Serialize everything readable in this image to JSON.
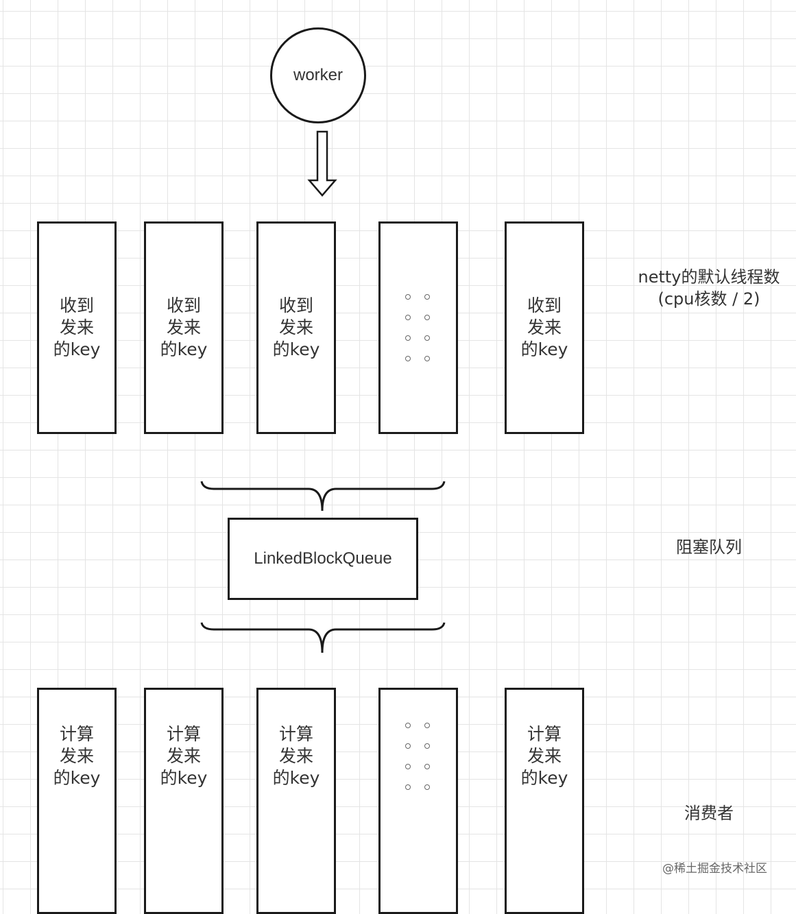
{
  "worker": {
    "label": "worker"
  },
  "top_row": [
    {
      "label": "收到\n发来\n的key"
    },
    {
      "label": "收到\n发来\n的key"
    },
    {
      "label": "收到\n发来\n的key"
    },
    {
      "label": ""
    },
    {
      "label": "收到\n发来\n的key"
    }
  ],
  "queue": {
    "label": "LinkedBlockQueue"
  },
  "bottom_row": [
    {
      "label": "计算\n发来\n的key"
    },
    {
      "label": "计算\n发来\n的key"
    },
    {
      "label": "计算\n发来\n的key"
    },
    {
      "label": ""
    },
    {
      "label": "计算\n发来\n的key"
    }
  ],
  "annotations": {
    "threads": "netty的默认线程数\n(cpu核数 / 2)",
    "blocking_queue": "阻塞队列",
    "consumer": "消费者"
  },
  "watermark": "@稀土掘金技术社区"
}
